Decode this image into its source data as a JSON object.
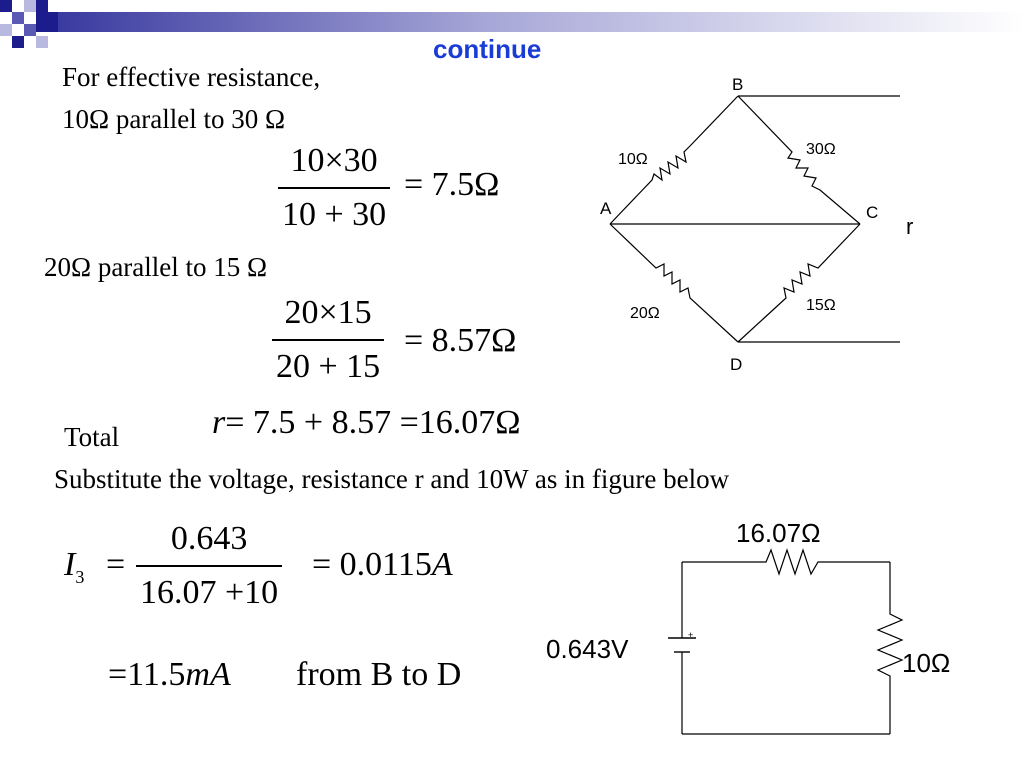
{
  "slide": {
    "title": "continue",
    "line1": "For effective resistance,",
    "line2": "10Ω parallel to 30 Ω",
    "line3": "20Ω parallel to 15 Ω",
    "total_label": "Total",
    "substitute_text": "Substitute the voltage, resistance r and 10W as in figure below",
    "colors": {
      "title": "#1a3cd6",
      "text": "#000000",
      "deco_dark": "#1c1c8c",
      "deco_mid": "#5a5ab4",
      "deco_light": "#b8b8e0"
    }
  },
  "equations": {
    "eq1": {
      "num": "10×30",
      "den": "10 + 30",
      "result": "= 7.5Ω"
    },
    "eq2": {
      "num": "20×15",
      "den": "20 + 15",
      "result": "= 8.57Ω"
    },
    "eq3": {
      "var": "r",
      "rhs": "= 7.5 + 8.57 =16.07Ω"
    },
    "eq4": {
      "var": "I",
      "sub": "3",
      "eq": "=",
      "num": "0.643",
      "den": "16.07 +10",
      "result": "= 0.0115",
      "unit": "A"
    },
    "eq5": {
      "value": "=11.5",
      "unit": "mA",
      "tail": "from B to D"
    }
  },
  "bridge": {
    "nodes": {
      "a": "A",
      "b": "B",
      "c": "C",
      "d": "D"
    },
    "r_ab": "10Ω",
    "r_bc": "30Ω",
    "r_ad": "20Ω",
    "r_dc": "15Ω",
    "r_label": "r"
  },
  "circuit": {
    "r_top": "16.07Ω",
    "r_right": "10Ω",
    "source": "0.643V",
    "plus": "+"
  }
}
